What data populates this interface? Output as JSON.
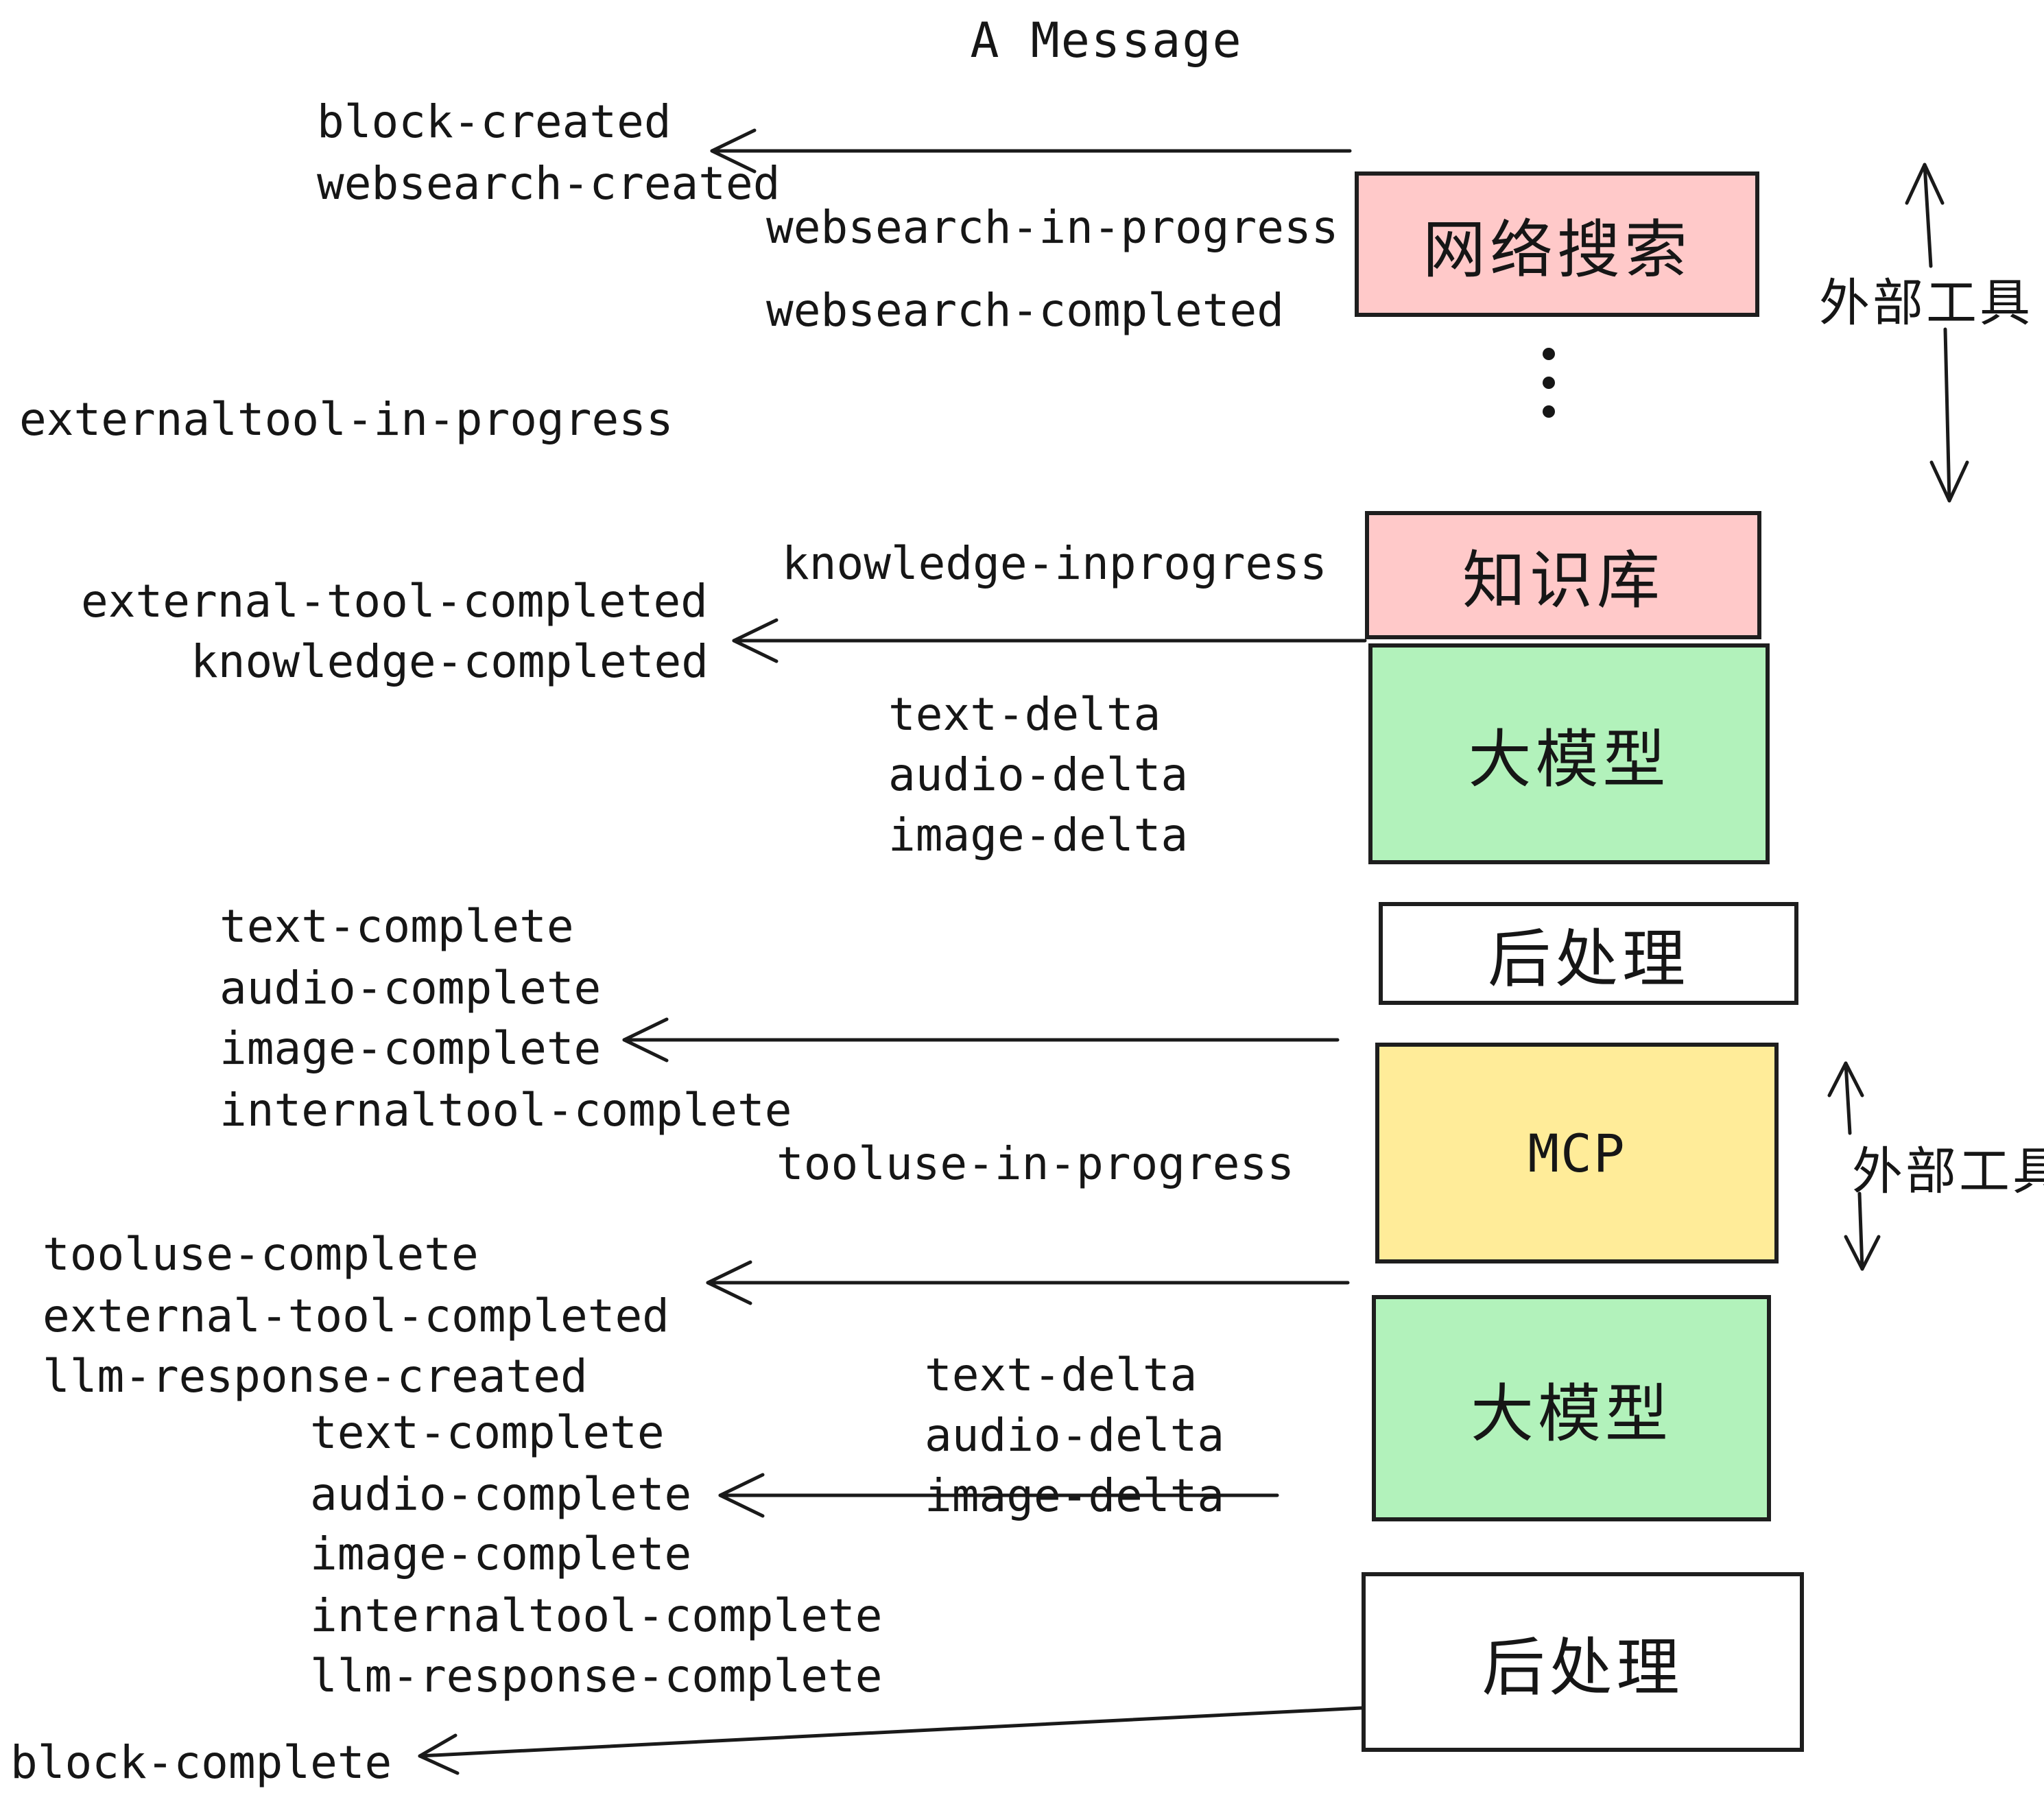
{
  "title": "A Message",
  "colors": {
    "background": "#ffffff",
    "box_border": "#1e1e1e",
    "text": "#161616",
    "pink_box": "#ffc9c9",
    "green_box": "#b2f2bb",
    "yellow_box": "#ffec99",
    "white_box": "#ffffff"
  },
  "boxes": [
    {
      "id": "websearch",
      "label": "网络搜索",
      "color": "#ffc9c9"
    },
    {
      "id": "knowledge",
      "label": "知识库",
      "color": "#ffc9c9"
    },
    {
      "id": "llm-1",
      "label": "大模型",
      "color": "#b2f2bb"
    },
    {
      "id": "postprocess-1",
      "label": "后处理",
      "color": "#ffffff"
    },
    {
      "id": "mcp",
      "label": "MCP",
      "color": "#ffec99"
    },
    {
      "id": "llm-2",
      "label": "大模型",
      "color": "#b2f2bb"
    },
    {
      "id": "postprocess-2",
      "label": "后处理",
      "color": "#ffffff"
    }
  ],
  "side_annotations": [
    {
      "id": "external-tools-top",
      "label": "外部工具"
    },
    {
      "id": "external-tools-bottom",
      "label": "外部工具"
    }
  ],
  "events": [
    {
      "text": "block-created"
    },
    {
      "text": "websearch-created"
    },
    {
      "text": "websearch-in-progress"
    },
    {
      "text": "websearch-completed"
    },
    {
      "text": "externaltool-in-progress"
    },
    {
      "text": "knowledge-inprogress"
    },
    {
      "text": "external-tool-completed"
    },
    {
      "text": "knowledge-completed"
    },
    {
      "text": "text-delta"
    },
    {
      "text": "audio-delta"
    },
    {
      "text": "image-delta"
    },
    {
      "text": "text-complete"
    },
    {
      "text": "audio-complete"
    },
    {
      "text": "image-complete"
    },
    {
      "text": "internaltool-complete"
    },
    {
      "text": "tooluse-in-progress"
    },
    {
      "text": "tooluse-complete"
    },
    {
      "text": "external-tool-completed"
    },
    {
      "text": "llm-response-created"
    },
    {
      "text": "text-complete"
    },
    {
      "text": "audio-complete"
    },
    {
      "text": "image-complete"
    },
    {
      "text": "internaltool-complete"
    },
    {
      "text": "llm-response-complete"
    },
    {
      "text": "block-complete"
    }
  ]
}
